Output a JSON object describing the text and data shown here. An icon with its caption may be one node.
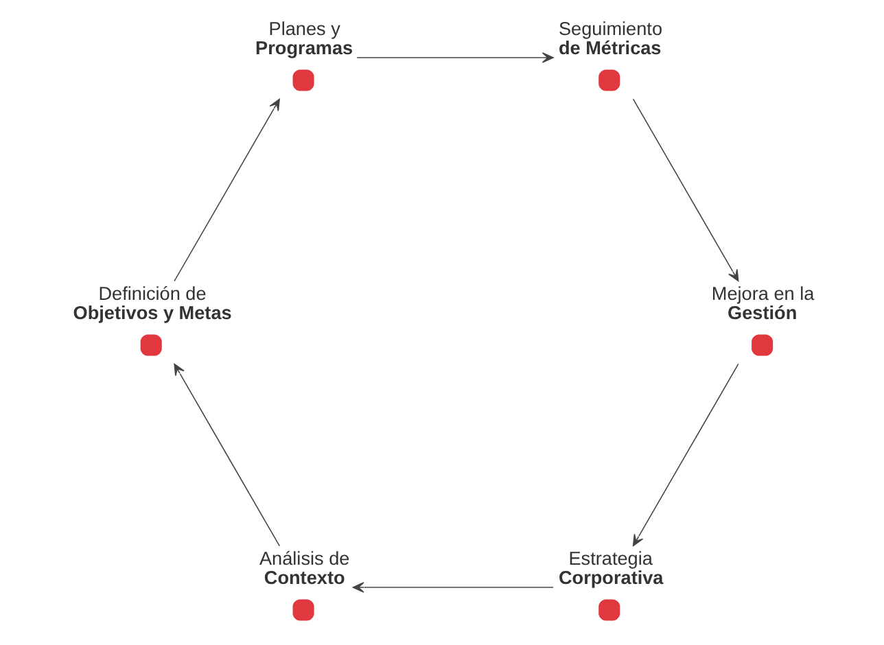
{
  "diagram": {
    "nodes": [
      {
        "text": [],
        "shape": "circle",
        "beside": [
          "Estrategia",
          "Corporativa"
        ]
      },
      {
        "text": [],
        "shape": "circle",
        "beside": [
          "Análisis de",
          "Contexto"
        ]
      },
      {
        "text": [],
        "shape": "circle",
        "beside": [
          "Definición de",
          "Objetivos y Metas"
        ]
      },
      {
        "text": [],
        "shape": "circle",
        "beside": [
          "Planes y",
          "Programas"
        ]
      },
      {
        "text": [],
        "shape": "circle",
        "beside": [
          "Seguimiento",
          "de Métricas"
        ]
      },
      {
        "text": [],
        "shape": "circle",
        "beside": [
          "Mejora en la",
          "Gestión"
        ]
      }
    ],
    "edges": [
      {
        "from": 0,
        "to": 1,
        "arrow": "to"
      },
      {
        "from": 1,
        "to": 2,
        "arrow": "to"
      },
      {
        "from": 2,
        "to": 3,
        "arrow": "to"
      },
      {
        "from": 3,
        "to": 4,
        "arrow": "to"
      },
      {
        "from": 4,
        "to": 5,
        "arrow": "to"
      },
      {
        "from": 5,
        "to": 0,
        "arrow": "to"
      }
    ]
  }
}
